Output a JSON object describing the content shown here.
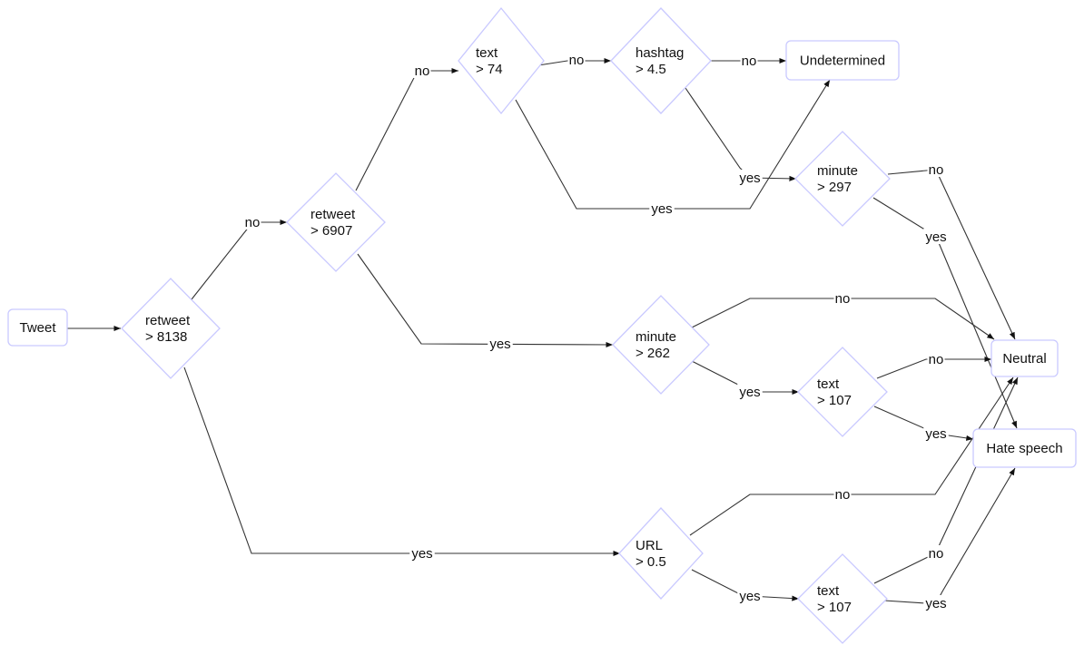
{
  "diagram": {
    "nodes": {
      "tweet": {
        "type": "box",
        "lines": [
          "Tweet"
        ]
      },
      "d1": {
        "type": "diamond",
        "lines": [
          "retweet",
          "> 8138"
        ]
      },
      "d2": {
        "type": "diamond",
        "lines": [
          "retweet",
          "> 6907"
        ]
      },
      "d3": {
        "type": "diamond",
        "lines": [
          "text",
          "> 74"
        ]
      },
      "d4": {
        "type": "diamond",
        "lines": [
          "hashtag",
          "> 4.5"
        ]
      },
      "undetermined": {
        "type": "box",
        "lines": [
          "Undetermined"
        ]
      },
      "d5": {
        "type": "diamond",
        "lines": [
          "minute",
          "> 297"
        ]
      },
      "d6": {
        "type": "diamond",
        "lines": [
          "minute",
          "> 262"
        ]
      },
      "d7": {
        "type": "diamond",
        "lines": [
          "text",
          "> 107"
        ]
      },
      "d8": {
        "type": "diamond",
        "lines": [
          "URL",
          "> 0.5"
        ]
      },
      "d9": {
        "type": "diamond",
        "lines": [
          "text",
          "> 107"
        ]
      },
      "neutral": {
        "type": "box",
        "lines": [
          "Neutral"
        ]
      },
      "hate": {
        "type": "box",
        "lines": [
          "Hate speech"
        ]
      }
    },
    "edges": [
      {
        "from": "tweet",
        "to": "d1",
        "label": ""
      },
      {
        "from": "d1",
        "to": "d2",
        "label": "no"
      },
      {
        "from": "d1",
        "to": "d8",
        "label": "yes"
      },
      {
        "from": "d2",
        "to": "d3",
        "label": "no"
      },
      {
        "from": "d2",
        "to": "d6",
        "label": "yes"
      },
      {
        "from": "d3",
        "to": "d4",
        "label": "no"
      },
      {
        "from": "d3",
        "to": "undetermined",
        "label": "yes"
      },
      {
        "from": "d4",
        "to": "undetermined",
        "label": "no"
      },
      {
        "from": "d4",
        "to": "d5",
        "label": "yes"
      },
      {
        "from": "d5",
        "to": "neutral",
        "label": "no"
      },
      {
        "from": "d5",
        "to": "hate",
        "label": "yes"
      },
      {
        "from": "d6",
        "to": "neutral",
        "label": "no"
      },
      {
        "from": "d6",
        "to": "d7",
        "label": "yes"
      },
      {
        "from": "d7",
        "to": "neutral",
        "label": "no"
      },
      {
        "from": "d7",
        "to": "hate",
        "label": "yes"
      },
      {
        "from": "d8",
        "to": "neutral",
        "label": "no"
      },
      {
        "from": "d8",
        "to": "d9",
        "label": "yes"
      },
      {
        "from": "d9",
        "to": "neutral",
        "label": "no"
      },
      {
        "from": "d9",
        "to": "hate",
        "label": "yes"
      }
    ]
  }
}
